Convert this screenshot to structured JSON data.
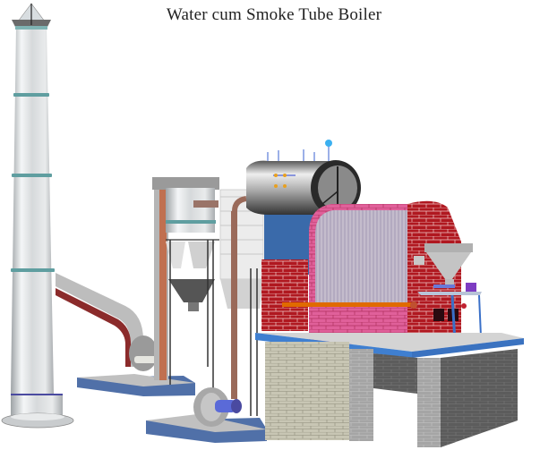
{
  "title": "Water cum Smoke Tube Boiler",
  "components": [
    {
      "id": "chimney",
      "label": "Chimney / Stack"
    },
    {
      "id": "induced-draft-fan",
      "label": "Induced Draft Fan"
    },
    {
      "id": "multicyclone-dust-collector",
      "label": "Multicyclone Dust Collector"
    },
    {
      "id": "air-preheater",
      "label": "Air Preheater"
    },
    {
      "id": "forced-draft-fan",
      "label": "Forced Draft Fan"
    },
    {
      "id": "boiler-shell",
      "label": "Boiler Shell (Smoke Tubes)"
    },
    {
      "id": "water-wall-furnace",
      "label": "Water Wall Furnace (Water Tubes)"
    },
    {
      "id": "fuel-hopper",
      "label": "Fuel Feed Hopper"
    },
    {
      "id": "platform",
      "label": "Brick Platform"
    }
  ],
  "colors": {
    "brick_red": "#b01820",
    "brick_pink": "#e0609a",
    "steel_grey": "#bfc3c6",
    "base_blue": "#4a6fa5",
    "platform_blue": "#3f7fd0"
  }
}
